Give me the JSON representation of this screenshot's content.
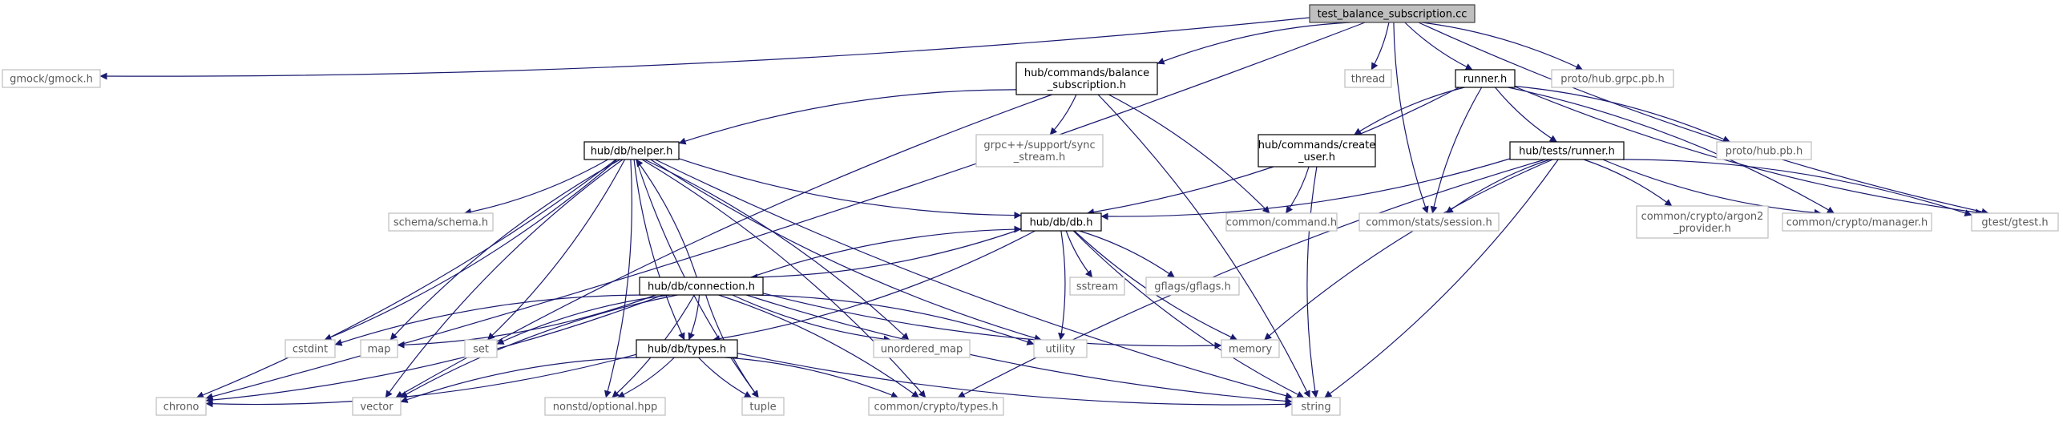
{
  "nodes": {
    "main": {
      "label": [
        "test_balance_subscription.cc"
      ],
      "kind": "main"
    },
    "gmock": {
      "label": [
        "gmock/gmock.h"
      ],
      "kind": "ext"
    },
    "balance_sub": {
      "label": [
        "hub/commands/balance",
        "_subscription.h"
      ],
      "kind": "proj"
    },
    "thread": {
      "label": [
        "thread"
      ],
      "kind": "ext"
    },
    "runner": {
      "label": [
        "runner.h"
      ],
      "kind": "proj"
    },
    "proto_grpc": {
      "label": [
        "proto/hub.grpc.pb.h"
      ],
      "kind": "ext"
    },
    "grpcpp": {
      "label": [
        "grpc++/support/sync",
        "_stream.h"
      ],
      "kind": "ext"
    },
    "helper": {
      "label": [
        "hub/db/helper.h"
      ],
      "kind": "proj"
    },
    "create_user": {
      "label": [
        "hub/commands/create",
        "_user.h"
      ],
      "kind": "proj"
    },
    "proto_pb": {
      "label": [
        "proto/hub.pb.h"
      ],
      "kind": "ext"
    },
    "tests_runner": {
      "label": [
        "hub/tests/runner.h"
      ],
      "kind": "proj"
    },
    "schema": {
      "label": [
        "schema/schema.h"
      ],
      "kind": "ext"
    },
    "db": {
      "label": [
        "hub/db/db.h"
      ],
      "kind": "proj"
    },
    "command": {
      "label": [
        "common/command.h"
      ],
      "kind": "ext"
    },
    "session": {
      "label": [
        "common/stats/session.h"
      ],
      "kind": "ext"
    },
    "argon2": {
      "label": [
        "common/crypto/argon2",
        "_provider.h"
      ],
      "kind": "ext"
    },
    "crypto_mgr": {
      "label": [
        "common/crypto/manager.h"
      ],
      "kind": "ext"
    },
    "gtest": {
      "label": [
        "gtest/gtest.h"
      ],
      "kind": "ext"
    },
    "connection": {
      "label": [
        "hub/db/connection.h"
      ],
      "kind": "proj"
    },
    "sstream": {
      "label": [
        "sstream"
      ],
      "kind": "ext"
    },
    "gflags": {
      "label": [
        "gflags/gflags.h"
      ],
      "kind": "ext"
    },
    "cstdint": {
      "label": [
        "cstdint"
      ],
      "kind": "ext"
    },
    "map": {
      "label": [
        "map"
      ],
      "kind": "ext"
    },
    "set": {
      "label": [
        "set"
      ],
      "kind": "ext"
    },
    "types": {
      "label": [
        "hub/db/types.h"
      ],
      "kind": "proj"
    },
    "unordered_map": {
      "label": [
        "unordered_map"
      ],
      "kind": "ext"
    },
    "utility": {
      "label": [
        "utility"
      ],
      "kind": "ext"
    },
    "memory": {
      "label": [
        "memory"
      ],
      "kind": "ext"
    },
    "chrono": {
      "label": [
        "chrono"
      ],
      "kind": "ext"
    },
    "vector": {
      "label": [
        "vector"
      ],
      "kind": "ext"
    },
    "optional": {
      "label": [
        "nonstd/optional.hpp"
      ],
      "kind": "ext"
    },
    "tuple": {
      "label": [
        "tuple"
      ],
      "kind": "ext"
    },
    "crypto_types": {
      "label": [
        "common/crypto/types.h"
      ],
      "kind": "ext"
    },
    "string": {
      "label": [
        "string"
      ],
      "kind": "ext"
    }
  },
  "edges": [
    [
      "main",
      "gmock"
    ],
    [
      "main",
      "balance_sub"
    ],
    [
      "main",
      "thread"
    ],
    [
      "main",
      "runner"
    ],
    [
      "main",
      "proto_grpc"
    ],
    [
      "main",
      "gtest"
    ],
    [
      "main",
      "chrono"
    ],
    [
      "main",
      "session"
    ],
    [
      "balance_sub",
      "grpcpp"
    ],
    [
      "balance_sub",
      "helper"
    ],
    [
      "balance_sub",
      "command"
    ],
    [
      "balance_sub",
      "vector"
    ],
    [
      "balance_sub",
      "string"
    ],
    [
      "runner",
      "create_user"
    ],
    [
      "runner",
      "proto_pb"
    ],
    [
      "runner",
      "tests_runner"
    ],
    [
      "runner",
      "db"
    ],
    [
      "runner",
      "session"
    ],
    [
      "runner",
      "crypto_mgr"
    ],
    [
      "runner",
      "gtest"
    ],
    [
      "create_user",
      "command"
    ],
    [
      "create_user",
      "string"
    ],
    [
      "tests_runner",
      "db"
    ],
    [
      "tests_runner",
      "session"
    ],
    [
      "tests_runner",
      "argon2"
    ],
    [
      "tests_runner",
      "crypto_mgr"
    ],
    [
      "tests_runner",
      "gtest"
    ],
    [
      "tests_runner",
      "memory"
    ],
    [
      "tests_runner",
      "string"
    ],
    [
      "tests_runner",
      "crypto_types"
    ],
    [
      "helper",
      "schema"
    ],
    [
      "helper",
      "db"
    ],
    [
      "helper",
      "cstdint"
    ],
    [
      "helper",
      "map"
    ],
    [
      "helper",
      "set"
    ],
    [
      "helper",
      "types"
    ],
    [
      "helper",
      "unordered_map"
    ],
    [
      "helper",
      "utility"
    ],
    [
      "helper",
      "chrono"
    ],
    [
      "helper",
      "vector"
    ],
    [
      "helper",
      "optional"
    ],
    [
      "helper",
      "tuple"
    ],
    [
      "helper",
      "crypto_types"
    ],
    [
      "helper",
      "string"
    ],
    [
      "db",
      "connection"
    ],
    [
      "db",
      "sstream"
    ],
    [
      "db",
      "gflags"
    ],
    [
      "db",
      "memory"
    ],
    [
      "db",
      "utility"
    ],
    [
      "db",
      "string"
    ],
    [
      "db",
      "types"
    ],
    [
      "connection",
      "helper"
    ],
    [
      "connection",
      "db"
    ],
    [
      "connection",
      "cstdint"
    ],
    [
      "connection",
      "map"
    ],
    [
      "connection",
      "set"
    ],
    [
      "connection",
      "types"
    ],
    [
      "connection",
      "unordered_map"
    ],
    [
      "connection",
      "utility"
    ],
    [
      "connection",
      "memory"
    ],
    [
      "connection",
      "chrono"
    ],
    [
      "connection",
      "vector"
    ],
    [
      "connection",
      "optional"
    ],
    [
      "connection",
      "tuple"
    ],
    [
      "connection",
      "crypto_types"
    ],
    [
      "connection",
      "string"
    ],
    [
      "types",
      "chrono"
    ],
    [
      "types",
      "vector"
    ],
    [
      "types",
      "optional"
    ],
    [
      "types",
      "tuple"
    ],
    [
      "types",
      "crypto_types"
    ],
    [
      "types",
      "string"
    ]
  ]
}
